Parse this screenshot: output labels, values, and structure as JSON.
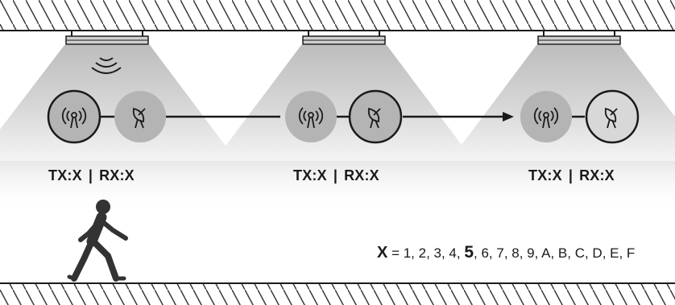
{
  "colors": {
    "hatch": "#3a3a3a",
    "beam_light": "#e3e3e3",
    "beam_dark": "#bdbdbd",
    "node_grey": "#b4b4b4",
    "stroke": "#1a1a1a"
  },
  "units": [
    {
      "tx_label": "TX:X",
      "separator": "|",
      "rx_label": "RX:X"
    },
    {
      "tx_label": "TX:X",
      "separator": "|",
      "rx_label": "RX:X"
    },
    {
      "tx_label": "TX:X",
      "separator": "|",
      "rx_label": "RX:X"
    }
  ],
  "legend": {
    "variable": "X",
    "equals": " = ",
    "before": "1, 2, 3, 4, ",
    "current": "5",
    "after": ", 6, 7, 8, 9, A, B, C, D, E, F"
  }
}
